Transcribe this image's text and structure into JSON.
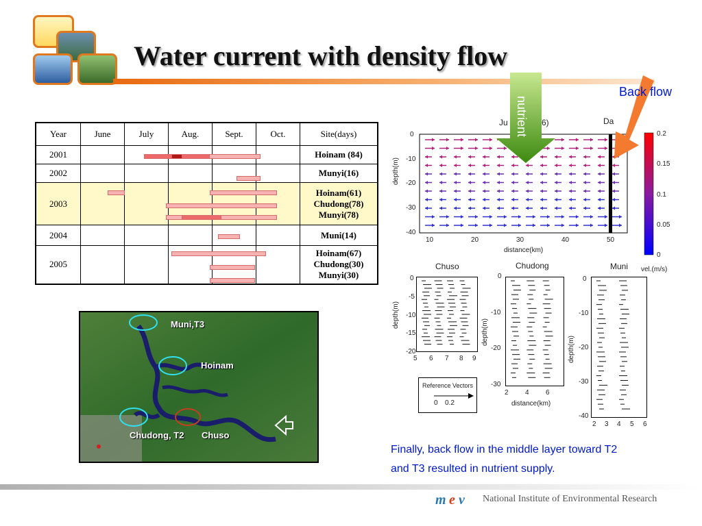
{
  "title": "Water current with density flow",
  "table": {
    "headers": [
      "Year",
      "June",
      "July",
      "Aug.",
      "Sept.",
      "Oct.",
      "Site(days)"
    ],
    "rows": [
      {
        "year": "2001",
        "sites": [
          "Hoinam (84)"
        ]
      },
      {
        "year": "2002",
        "sites": [
          "Munyi(16)"
        ]
      },
      {
        "year": "2003",
        "sites": [
          "Hoinam(61)",
          "Chudong(78)",
          "Munyi(78)"
        ]
      },
      {
        "year": "2004",
        "sites": [
          "Muni(14)"
        ]
      },
      {
        "year": "2005",
        "sites": [
          "Hoinam(67)",
          "Chudong(30)",
          "Munyi(30)"
        ]
      }
    ]
  },
  "map": {
    "labels": {
      "muni": "Muni,T3",
      "hoinam": "Hoinam",
      "chudong": "Chudong, T2",
      "chuso": "Chuso"
    }
  },
  "main_plot": {
    "title_fragment_left": "Ju",
    "title_fragment_right": "6)",
    "dam_fragment": "Da",
    "yticks": [
      "0",
      "-10",
      "-20",
      "-30",
      "-40"
    ],
    "xticks": [
      "10",
      "20",
      "30",
      "40",
      "50"
    ],
    "ylabel": "depth(m)",
    "xlabel": "distance(km)",
    "colorbar_ticks": [
      "0.2",
      "0.15",
      "0.1",
      "0.05",
      "0"
    ],
    "colorbar_label": "vel.(m/s)"
  },
  "subplots": {
    "chuso": {
      "title": "Chuso",
      "yticks": [
        "0",
        "-5",
        "-10",
        "-15",
        "-20"
      ],
      "xticks": [
        "5",
        "6",
        "7",
        "8",
        "9"
      ],
      "ylabel": "depth(m)"
    },
    "chudong": {
      "title": "Chudong",
      "yticks": [
        "0",
        "-10",
        "-20",
        "-30"
      ],
      "xticks": [
        "2",
        "4",
        "6"
      ],
      "ylabel": "depth(m)",
      "xlabel": "distance(km)"
    },
    "muni": {
      "title": "Muni",
      "yticks": [
        "0",
        "-10",
        "-20",
        "-30",
        "-40"
      ],
      "xticks": [
        "2",
        "3",
        "4",
        "5",
        "6"
      ],
      "ylabel": "depth(m)"
    }
  },
  "reference_vectors": {
    "title": "Reference Vectors",
    "ticks": [
      "0",
      "0.2"
    ]
  },
  "nutrient_label": "nutrient",
  "back_flow_label": "Back flow",
  "caption_line1": "Finally, back flow in the middle layer toward T2",
  "caption_line2": "and T3 resulted in nutrient supply.",
  "footer": "National Institute of Environmental Research",
  "colors": {
    "accent": "#e86a10",
    "caption": "#0018cc",
    "nutrient": "#5a9e1a",
    "backflow": "#f47a30"
  }
}
